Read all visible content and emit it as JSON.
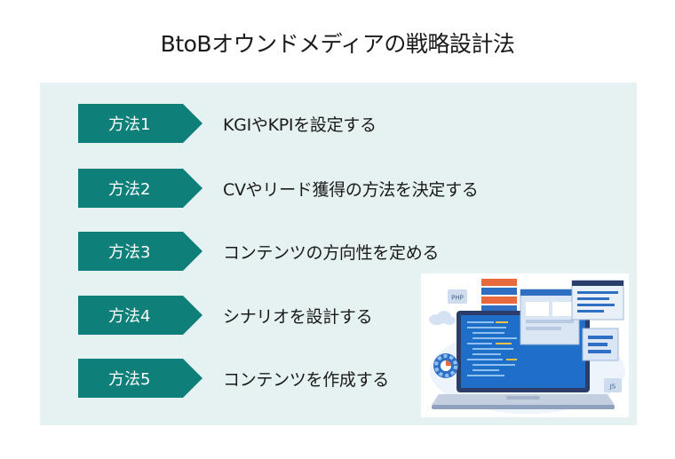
{
  "title": "BtoBオウンドメディアの戦略設計法",
  "methods": [
    {
      "badge": "方法1",
      "label": "KGIやKPIを設定する"
    },
    {
      "badge": "方法2",
      "label": "CVやリード獲得の方法を決定する"
    },
    {
      "badge": "方法3",
      "label": "コンテンツの方向性を定める"
    },
    {
      "badge": "方法4",
      "label": "シナリオを設計する"
    },
    {
      "badge": "方法5",
      "label": "コンテンツを作成する"
    }
  ],
  "illustration": {
    "icon_names": [
      "laptop-icon",
      "gear-icon",
      "cloud-icon",
      "code-window-icon"
    ],
    "tags": [
      "PHP",
      "JS"
    ],
    "colors": {
      "teal": "#0f7f7a",
      "panel": "#e6f1f1",
      "blue": "#2e6fc4",
      "orange": "#e8693c"
    }
  }
}
